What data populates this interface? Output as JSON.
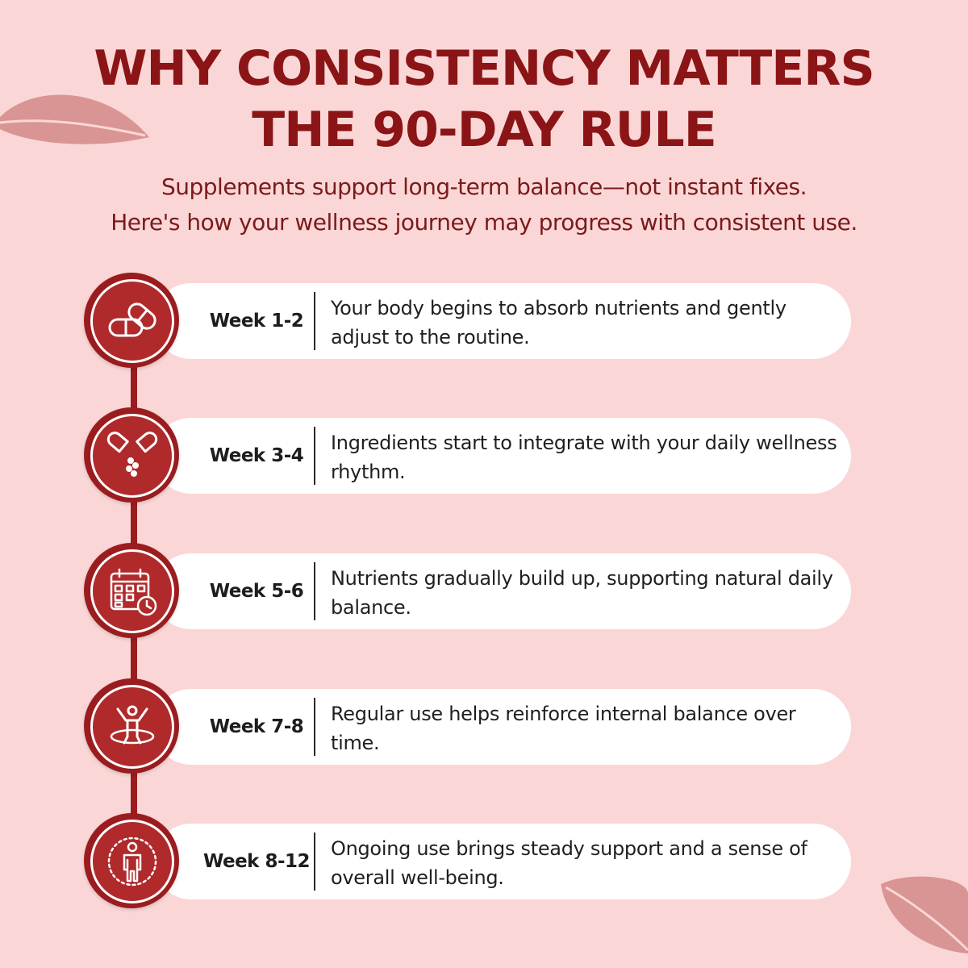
{
  "header": {
    "title_line1": "WHY CONSISTENCY MATTERS",
    "title_line2": "THE 90-DAY RULE",
    "subtitle_line1": "Supplements support long-term balance—not instant fixes.",
    "subtitle_line2": "Here's how your wellness journey may progress with consistent use."
  },
  "colors": {
    "background": "#fad7d6",
    "accent": "#9b1c1f",
    "title": "#8b1416",
    "card": "#ffffff"
  },
  "steps": [
    {
      "week": "Week 1-2",
      "description": "Your body begins to absorb nutrients and gently adjust to the routine.",
      "icon": "capsules-icon"
    },
    {
      "week": "Week 3-4",
      "description": "Ingredients start to integrate with your daily wellness rhythm.",
      "icon": "open-capsule-icon"
    },
    {
      "week": "Week 5-6",
      "description": "Nutrients gradually build up, supporting natural daily balance.",
      "icon": "calendar-clock-icon"
    },
    {
      "week": "Week 7-8",
      "description": "Regular use helps reinforce internal balance over time.",
      "icon": "person-balance-icon"
    },
    {
      "week": "Week 8-12",
      "description": "Ongoing use brings steady support and a sense of overall well-being.",
      "icon": "person-wellbeing-icon"
    }
  ]
}
